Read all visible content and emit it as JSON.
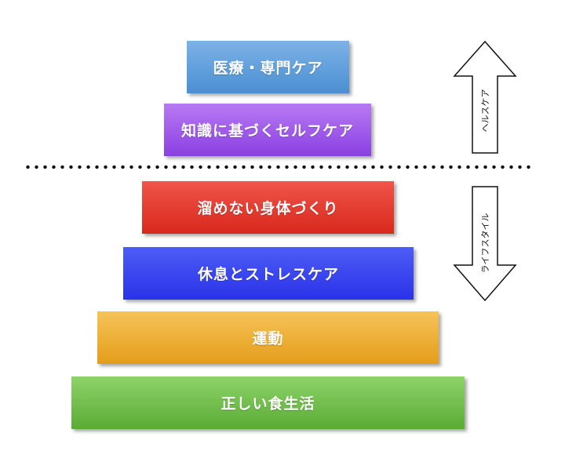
{
  "pyramid": {
    "upper": [
      {
        "id": "b-medical",
        "label": "医療・専門ケア"
      },
      {
        "id": "b-knowledge",
        "label": "知識に基づくセルフケア"
      }
    ],
    "lower": [
      {
        "id": "b-body",
        "label": "溜めない身体づくり"
      },
      {
        "id": "b-rest",
        "label": "休息とストレスケア"
      },
      {
        "id": "b-exercise",
        "label": "運動"
      },
      {
        "id": "b-diet",
        "label": "正しい食生活"
      }
    ]
  },
  "arrows": {
    "up_label": "ヘルスケア",
    "down_label": "ライフスタイル"
  }
}
